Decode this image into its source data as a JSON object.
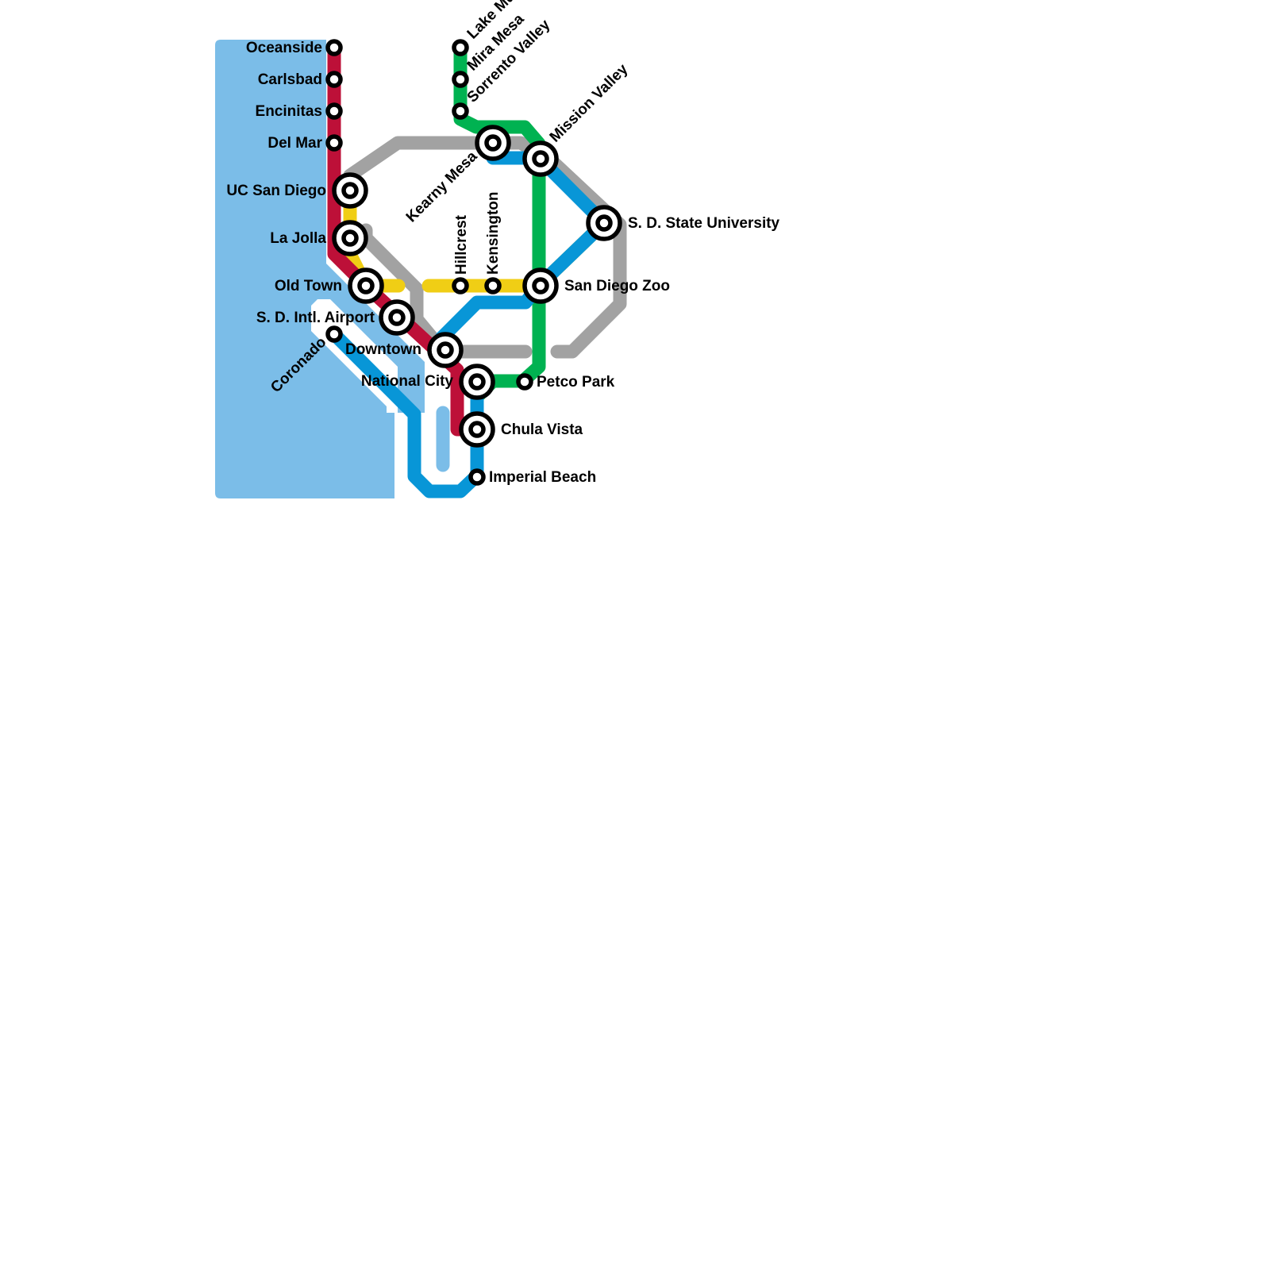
{
  "colors": {
    "water": "#7bbde8",
    "red": "#bd1038",
    "yellow": "#f0ce15",
    "gray": "#a2a2a2",
    "green": "#00b251",
    "blue": "#0896d7"
  },
  "stations": {
    "oceanside": "Oceanside",
    "carlsbad": "Carlsbad",
    "encinitas": "Encinitas",
    "del_mar": "Del Mar",
    "uc_san_diego": "UC San Diego",
    "la_jolla": "La Jolla",
    "old_town": "Old Town",
    "airport": "S. D. Intl. Airport",
    "coronado": "Coronado",
    "downtown": "Downtown",
    "national_city": "National City",
    "chula_vista": "Chula Vista",
    "imperial_beach": "Imperial Beach",
    "petco_park": "Petco Park",
    "san_diego_zoo": "San Diego Zoo",
    "sdsu": "S. D. State University",
    "mission_valley": "Mission Valley",
    "kearny_mesa": "Kearny Mesa",
    "hillcrest": "Hillcrest",
    "kensington": "Kensington",
    "sorrento_valley": "Sorrento Valley",
    "mira_mesa": "Mira Mesa",
    "lake_murray": "Lake Mu"
  }
}
